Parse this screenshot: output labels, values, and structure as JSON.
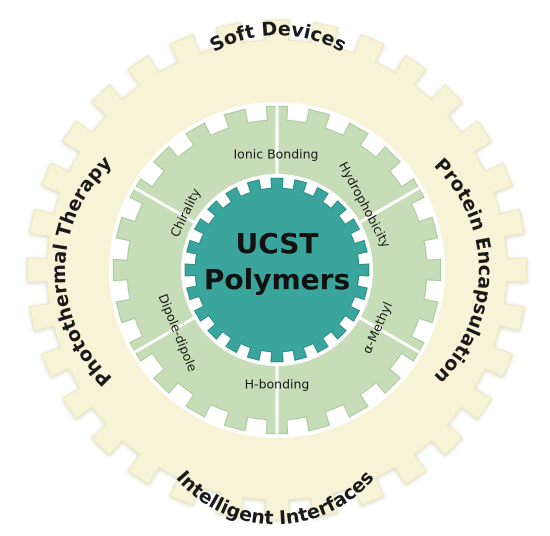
{
  "center": {
    "line1": "UCST",
    "line2": "Polymers"
  },
  "outer_ring": {
    "top": "Soft Devices",
    "right": "Protein Encapsulation",
    "bottom": "Intelligent Interfaces",
    "left": "Photothermal Therapy"
  },
  "inner_ring": [
    "Ionic Bonding",
    "Hydrophobicity",
    "α-Methyl",
    "H-bonding",
    "Dipole-dipole",
    "Chirality"
  ],
  "colors": {
    "outer_gear": "#f6f3d6",
    "outer_gear_edge": "#ece8bd",
    "inner_gear": "#c6ddb8",
    "inner_gear_edge": "#a9c99b",
    "inner_gap": "#ffffff",
    "center_gear": "#3aa59d",
    "center_gear_edge": "#2b8d86"
  }
}
